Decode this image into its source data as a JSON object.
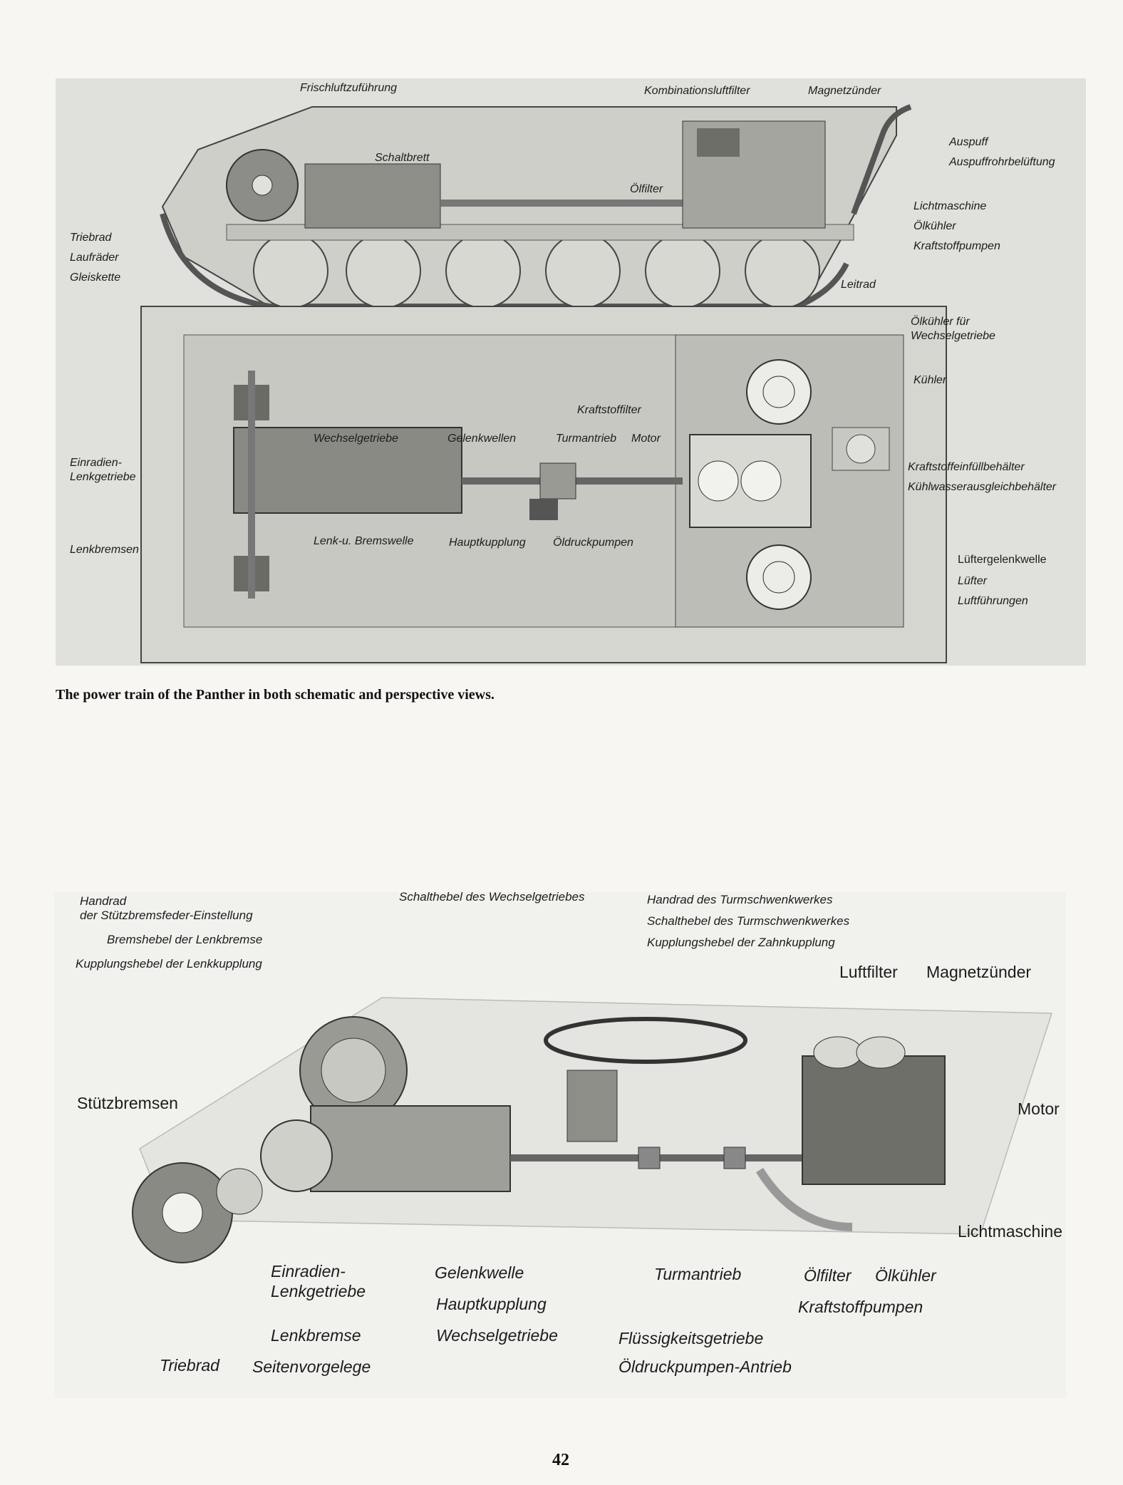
{
  "figure1": {
    "labels": {
      "frischluft": "Frischluftzuführung",
      "kombi": "Kombinationsluftfilter",
      "magnet": "Magnetzünder",
      "schaltbrett": "Schaltbrett",
      "auspuff": "Auspuff",
      "auspuffbel": "Auspuffrohrbelüftung",
      "oelfilter": "Ölfilter",
      "lichtmaschine": "Lichtmaschine",
      "oelkuehler": "Ölkühler",
      "kraftstoffpumpen": "Kraftstoffpumpen",
      "triebrad": "Triebrad",
      "laufraeder": "Laufräder",
      "gleiskette": "Gleiskette",
      "leitrad": "Leitrad",
      "oelkuehler_wg_1": "Ölkühler für",
      "oelkuehler_wg_2": "Wechselgetriebe",
      "kuehler": "Kühler",
      "kraftstofffilter": "Kraftstoffilter",
      "einradien_1": "Einradien-",
      "einradien_2": "Lenkgetriebe",
      "wechselgetriebe": "Wechselgetriebe",
      "gelenkwellen": "Gelenkwellen",
      "turmantrieb": "Turmantrieb",
      "motor": "Motor",
      "kraftstoffeinfuell": "Kraftstoffeinfüllbehälter",
      "kuehlwasser": "Kühlwasserausgleichbehälter",
      "lenkbremsen": "Lenkbremsen",
      "lenkbremswelle": "Lenk-u. Bremswelle",
      "hauptkupplung": "Hauptkupplung",
      "oeldruckpumpen": "Öldruckpumpen",
      "luefterwelle": "Lüftergelenkwelle",
      "luefter": "Lüfter",
      "luftfuehrungen": "Luftführungen"
    }
  },
  "caption": "The power train of the Panther in both schematic and perspective views.",
  "figure2": {
    "labels": {
      "handrad_1": "Handrad",
      "handrad_2": "der Stützbremsfeder-Einstellung",
      "bremshebel": "Bremshebel der Lenkbremse",
      "kupplungshebel_lk": "Kupplungshebel der Lenkkupplung",
      "schalthebel_wg": "Schalthebel des Wechselgetriebes",
      "handrad_turm": "Handrad des Turmschwenkwerkes",
      "schalthebel_turm": "Schalthebel des Turmschwenkwerkes",
      "kupplungshebel_zk": "Kupplungshebel der Zahnkupplung",
      "luftfilter": "Luftfilter",
      "magnetzuender": "Magnetzünder",
      "stuetzbremsen": "Stützbremsen",
      "motor": "Motor",
      "lichtmaschine": "Lichtmaschine",
      "einradien_1": "Einradien-",
      "einradien_2": "Lenkgetriebe",
      "gelenkwelle": "Gelenkwelle",
      "hauptkupplung": "Hauptkupplung",
      "turmantrieb": "Turmantrieb",
      "oelfilter": "Ölfilter",
      "oelkuehler": "Ölkühler",
      "kraftstoffpumpen": "Kraftstoffpumpen",
      "lenkbremse": "Lenkbremse",
      "wechselgetriebe": "Wechselgetriebe",
      "fluessig": "Flüssigkeitsgetriebe",
      "triebrad": "Triebrad",
      "seitenvorgelege": "Seitenvorgelege",
      "oeldruck_antrieb": "Öldruckpumpen-Antrieb"
    }
  },
  "page_number": "42"
}
